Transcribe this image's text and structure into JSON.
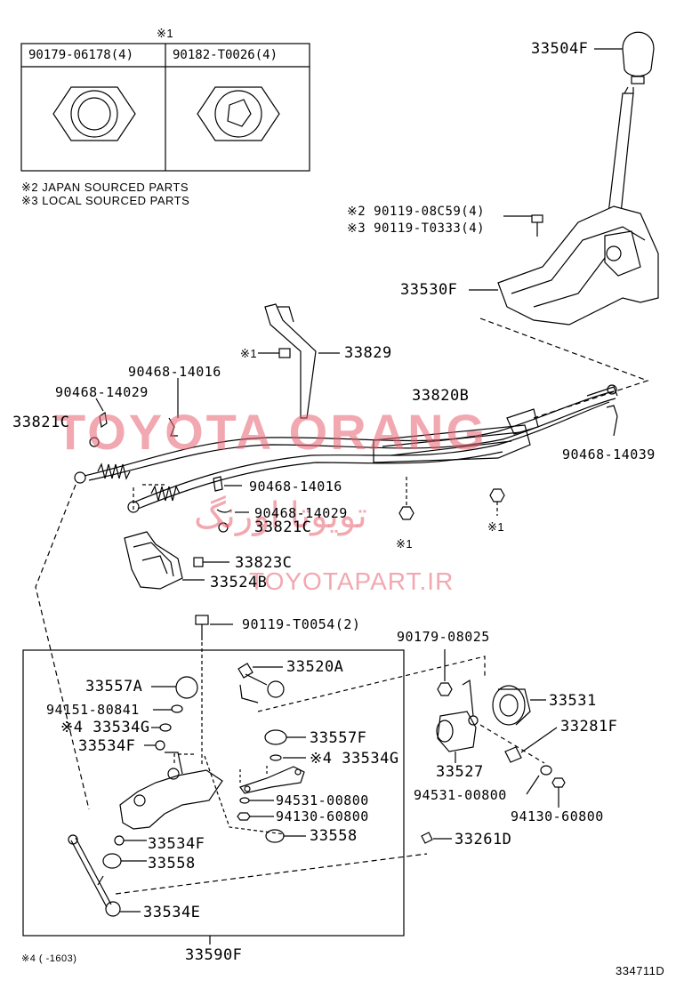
{
  "legend": {
    "table_mark": "※1",
    "table_col1": "90179-06178(4)",
    "table_col2": "90182-T0026(4)",
    "note2": "※2 JAPAN SOURCED PARTS",
    "note3": "※3 LOCAL SOURCED PARTS",
    "note4": "※4 (      -1603)"
  },
  "parts": {
    "p33504F": "33504F",
    "p90119_08C59": "※2 90119-08C59(4)",
    "p90119_T0333": "※3 90119-T0333(4)",
    "p33530F": "33530F",
    "p33829": "33829",
    "mark1_33829": "※1",
    "p90468_14016_top": "90468-14016",
    "p90468_14029_top": "90468-14029",
    "p33821C_left": "33821C",
    "p33820B": "33820B",
    "p90468_14039": "90468-14039",
    "p90468_14016_mid": "90468-14016",
    "p90468_14029_mid": "90468-14029",
    "p33821C_mid": "33821C",
    "mark1_mid": "※1",
    "mark1_right": "※1",
    "p33823C": "33823C",
    "p33524B": "33524B",
    "p90119_T0054": "90119-T0054(2)",
    "p90179_08025": "90179-08025",
    "p33520A": "33520A",
    "p33557A": "33557A",
    "p94151_80841": "94151-80841",
    "p33534G_left": "※4 33534G",
    "p33534F_left": "33534F",
    "p33557F": "33557F",
    "p33534G_mid": "※4 33534G",
    "p33531": "33531",
    "p33281F": "33281F",
    "p33527": "33527",
    "p94531_00800_mid": "94531-00800",
    "p94130_60800_mid": "94130-60800",
    "p94531_00800_right": "94531-00800",
    "p94130_60800_right": "94130-60800",
    "p33558_mid": "33558",
    "p33261D": "33261D",
    "p33534F_low": "33534F",
    "p33558_low": "33558",
    "p33534E": "33534E",
    "p33590F": "33590F"
  },
  "figure_code": "334711D",
  "watermark": {
    "brand": "TOYOTA ORANG",
    "persian": "تویوتا اورنگ",
    "site": "TOYOTAPART.IR",
    "color": "#e86070"
  }
}
